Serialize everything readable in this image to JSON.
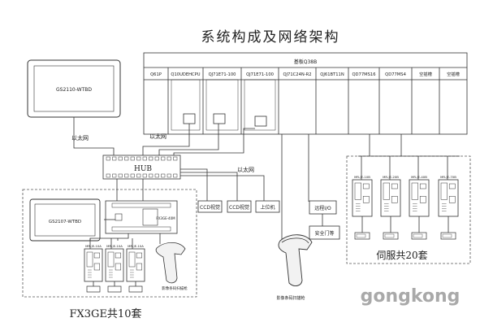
{
  "title": "系统构成及网络架构",
  "plc": {
    "base_label": "基板Q38B",
    "slots": [
      "Q61P",
      "Q10UDEHCPU",
      "QJ71E71-100",
      "QJ71E71-100",
      "QJ71C24N-R2",
      "QJ61BT11N",
      "QD77MS16",
      "QD77MS4",
      "空插槽",
      "空插槽"
    ]
  },
  "hmi_top": "GS2110-WTBD",
  "ethernet_label": "以太网",
  "hub_label": "HUB",
  "ccd_label": "CCD视觉",
  "host_label": "上位机",
  "remote_io_label": "远程I/O",
  "door_label": "安全门等",
  "fx": {
    "hmi": "GS2107-WTBD",
    "model": "FX3GE-40M",
    "title": "FX3GE共10套",
    "servo_label": "MR-JE-10A",
    "scanner": "扫描枪"
  },
  "scanner_caption": "影像条码扫描枪",
  "servo_group_title": "伺服共20套",
  "servo_labels": [
    "MR-JE-10B",
    "MR-JE-20B",
    "MR-JE-40B",
    "MR-JE-70B"
  ],
  "watermark": "gongkong",
  "colors": {
    "watermark": "#a9a9a9",
    "line": "#333333"
  }
}
